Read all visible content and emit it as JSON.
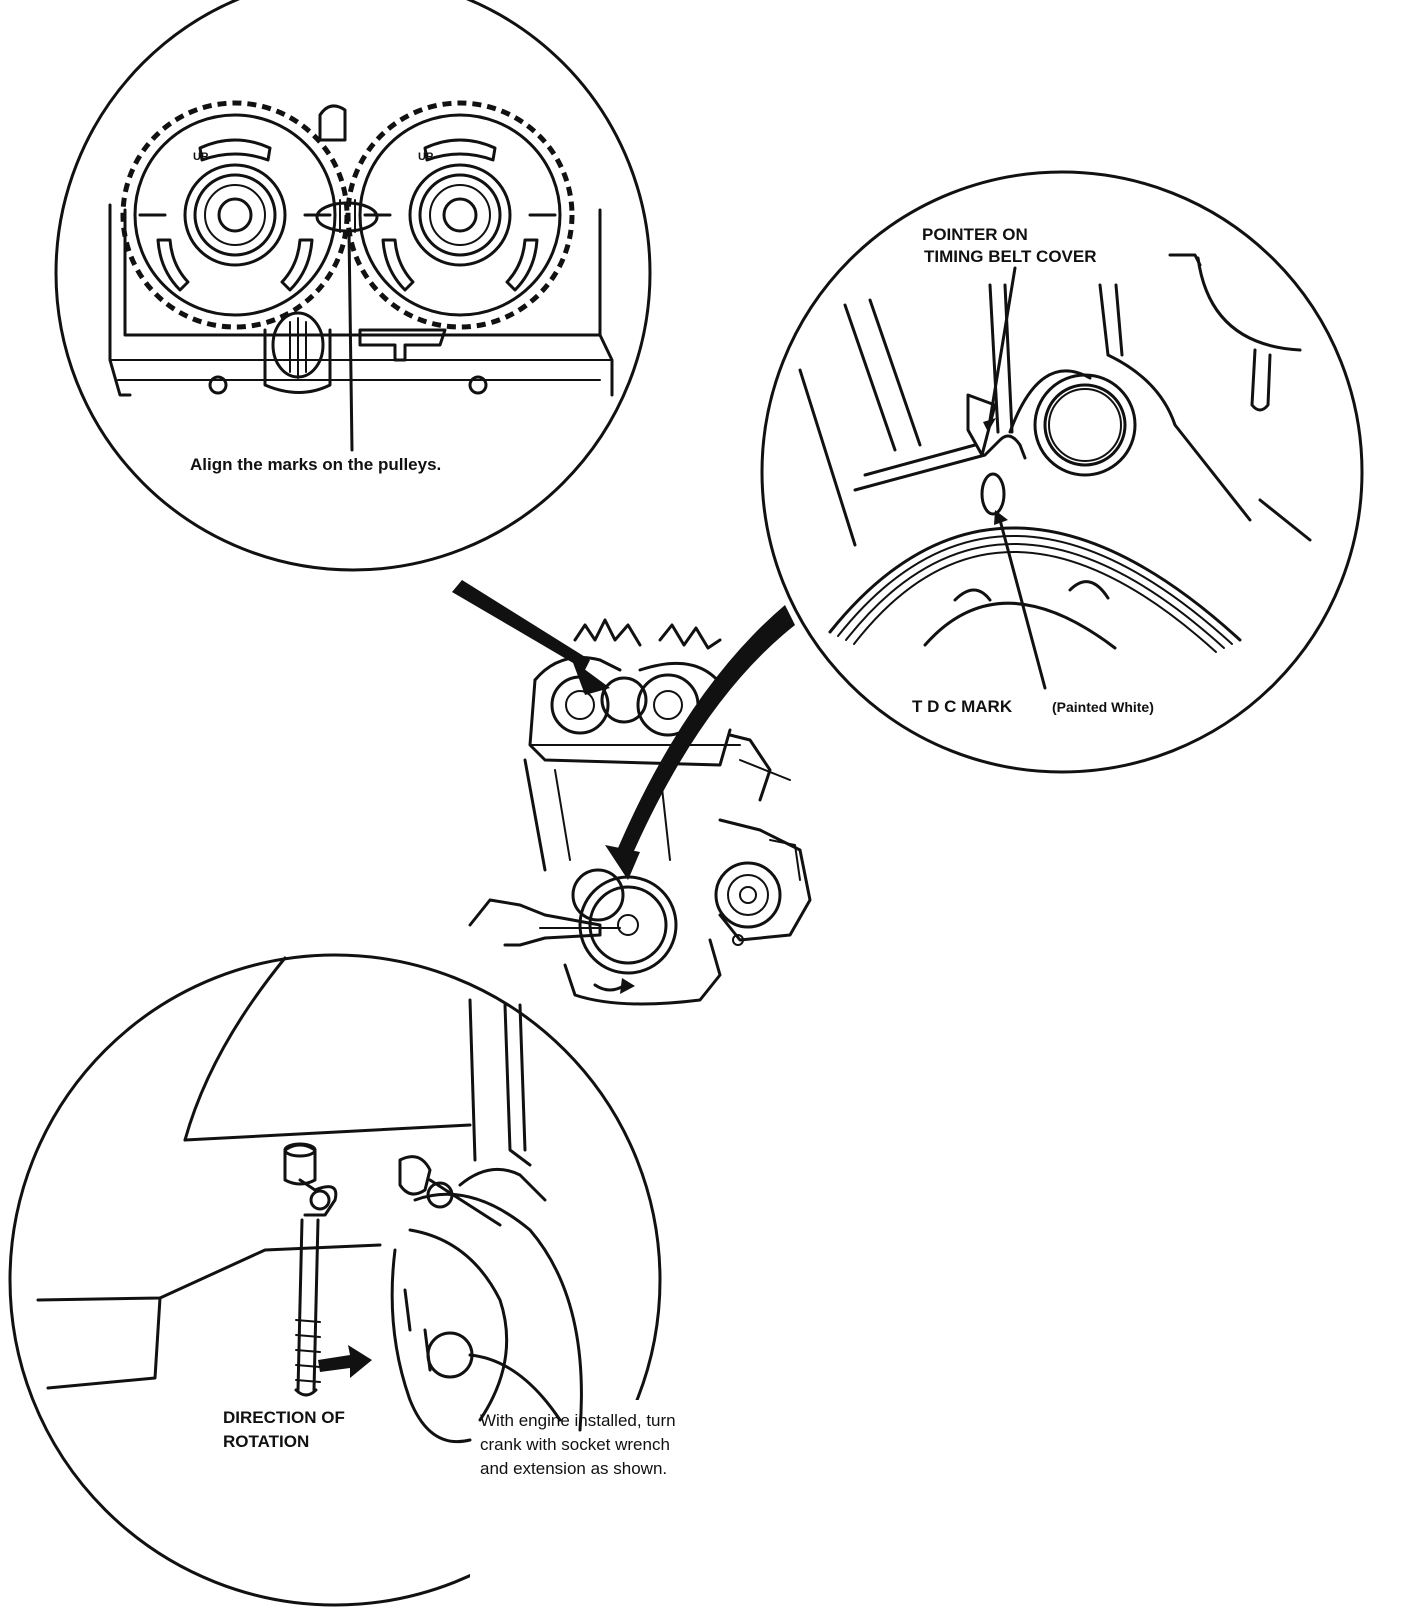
{
  "callouts": {
    "cam_pulleys": {
      "caption": "Align the marks on the pulleys.",
      "up_marks": [
        "UP",
        "UP"
      ]
    },
    "crank_pulley": {
      "pointer_label_line1": "POINTER ON",
      "pointer_label_line2": "TIMING BELT COVER",
      "tdc_label": "T D C  MARK",
      "tdc_note": "(Painted White)"
    },
    "wheel_well": {
      "direction_line1": "DIRECTION OF",
      "direction_line2": "ROTATION",
      "note_line1": "With engine installed, turn",
      "note_line2": "crank with socket wrench",
      "note_line3": "and extension as shown."
    }
  }
}
